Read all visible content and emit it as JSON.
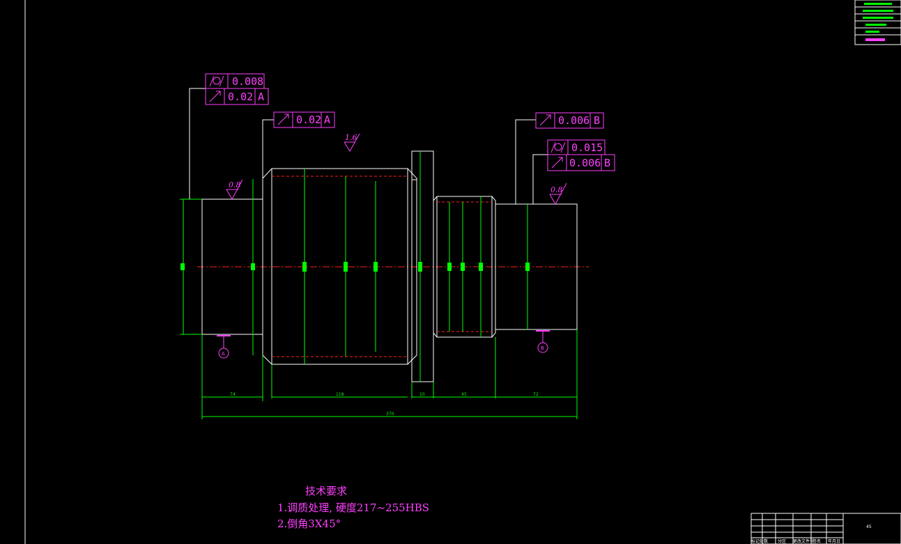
{
  "colors": {
    "background": "#000000",
    "outline": "#ffffff",
    "dimension": "#00ff00",
    "annotation": "#ff40ff",
    "centerline": "#ff2020"
  },
  "tolerances": {
    "cyl_left": "0.008",
    "runout_left": "0.02",
    "runout_left_datum": "A",
    "runout_mid": "0.02",
    "runout_mid_datum": "A",
    "runout_right_top": "0.006",
    "runout_right_top_datum": "B",
    "cyl_right": "0.015",
    "runout_right": "0.006",
    "runout_right_datum": "B"
  },
  "roughness": {
    "r1": "1.6",
    "r2": "0.8",
    "r3": "0.8"
  },
  "datums": {
    "a": "A",
    "b": "B"
  },
  "dimensions": {
    "d1": "74",
    "d2": "118",
    "d3": "10",
    "d4": "45",
    "d5": "72",
    "total": "370"
  },
  "tech_requirements": {
    "title": "技术要求",
    "line1": "1.调质处理, 硬度217~255HBS",
    "line2": "2.倒角3X45°"
  },
  "title_block": {
    "number": "45",
    "footer": [
      "标记处数",
      "分区",
      "更改文件号",
      "签名",
      "年月日"
    ]
  }
}
